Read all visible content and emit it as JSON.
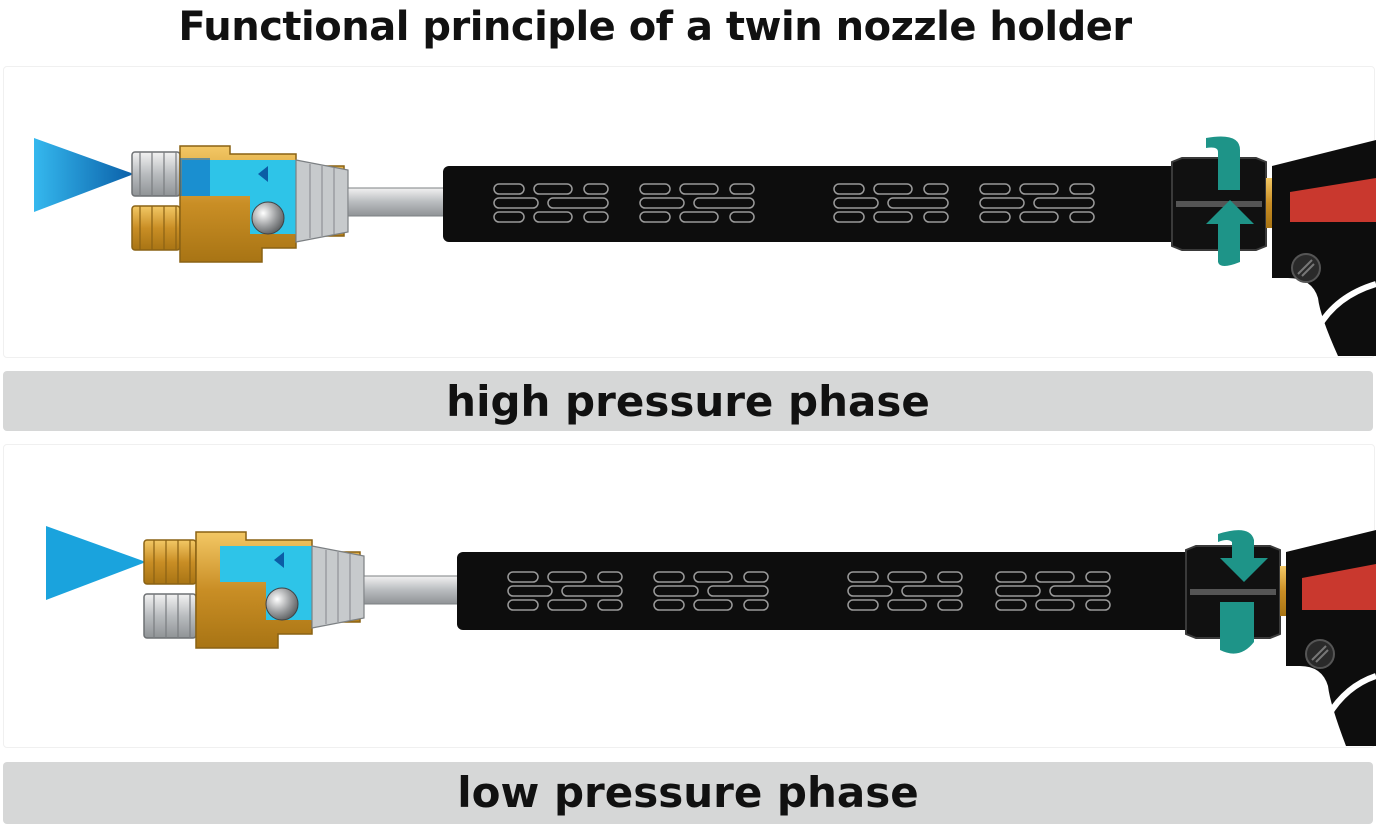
{
  "title": "Functional principle of a twin nozzle holder",
  "phases": [
    {
      "label": "high pressure phase",
      "active_nozzle": "stainless",
      "rotation_direction": "up"
    },
    {
      "label": "low pressure phase",
      "active_nozzle": "brass",
      "rotation_direction": "down"
    }
  ],
  "colors": {
    "spray": "#1aa3dd",
    "brass": "#d9a33a",
    "water": "#2ec4e8",
    "lance": "#0d0d0d",
    "trigger": "#c9382e",
    "ring": "#1e9488",
    "band": "#d6d7d7"
  }
}
